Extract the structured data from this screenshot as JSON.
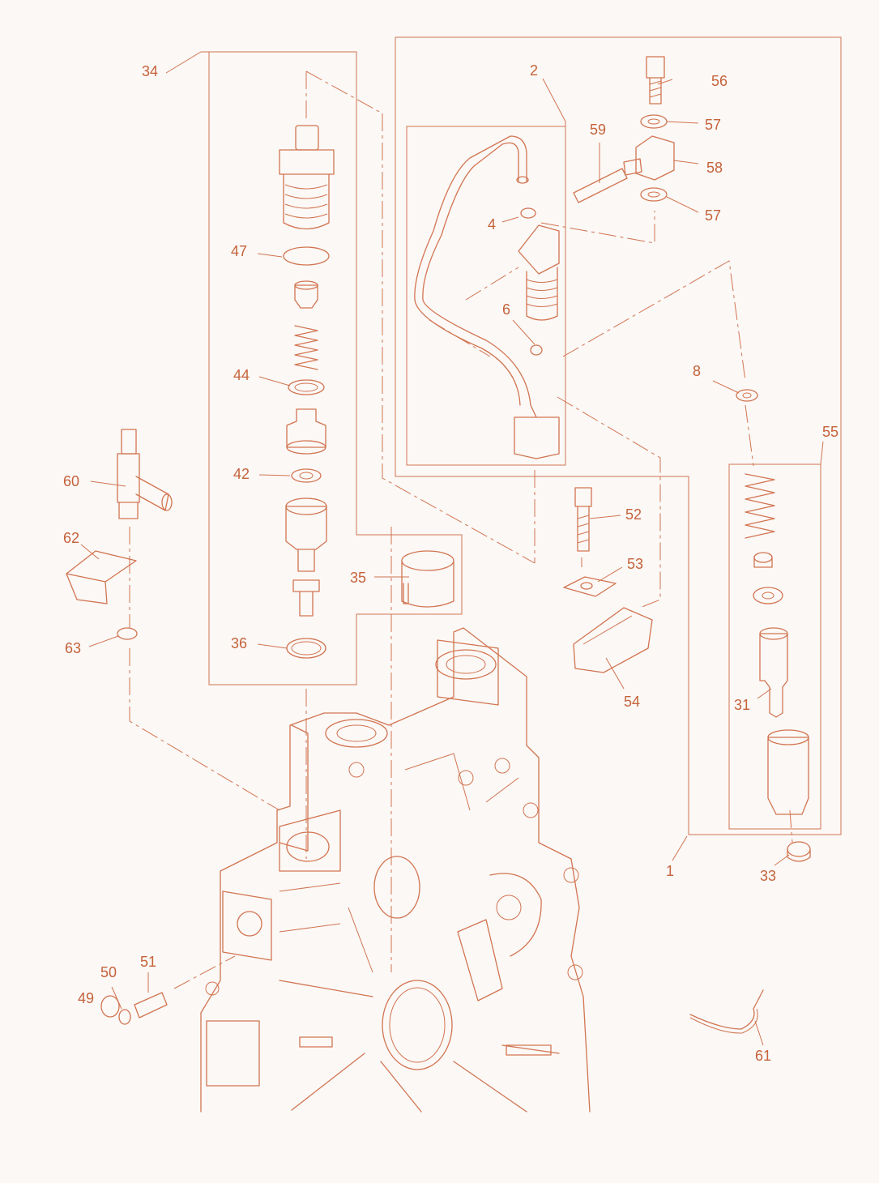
{
  "colors": {
    "ink": "#c5623a",
    "line": "#d27450",
    "background": "#fbf8f6"
  },
  "callouts": [
    {
      "id": "c34",
      "text": "34"
    },
    {
      "id": "c47",
      "text": "47"
    },
    {
      "id": "c44",
      "text": "44"
    },
    {
      "id": "c42",
      "text": "42"
    },
    {
      "id": "c36",
      "text": "36"
    },
    {
      "id": "c35",
      "text": "35"
    },
    {
      "id": "c60",
      "text": "60"
    },
    {
      "id": "c62",
      "text": "62"
    },
    {
      "id": "c63",
      "text": "63"
    },
    {
      "id": "c2",
      "text": "2"
    },
    {
      "id": "c4",
      "text": "4"
    },
    {
      "id": "c6",
      "text": "6"
    },
    {
      "id": "c59",
      "text": "59"
    },
    {
      "id": "c56",
      "text": "56"
    },
    {
      "id": "c57a",
      "text": "57"
    },
    {
      "id": "c58",
      "text": "58"
    },
    {
      "id": "c57b",
      "text": "57"
    },
    {
      "id": "c8",
      "text": "8"
    },
    {
      "id": "c55",
      "text": "55"
    },
    {
      "id": "c52",
      "text": "52"
    },
    {
      "id": "c53",
      "text": "53"
    },
    {
      "id": "c54",
      "text": "54"
    },
    {
      "id": "c31",
      "text": "31"
    },
    {
      "id": "c1",
      "text": "1"
    },
    {
      "id": "c33",
      "text": "33"
    },
    {
      "id": "c49",
      "text": "49"
    },
    {
      "id": "c50",
      "text": "50"
    },
    {
      "id": "c51",
      "text": "51"
    },
    {
      "id": "c61",
      "text": "61"
    }
  ]
}
